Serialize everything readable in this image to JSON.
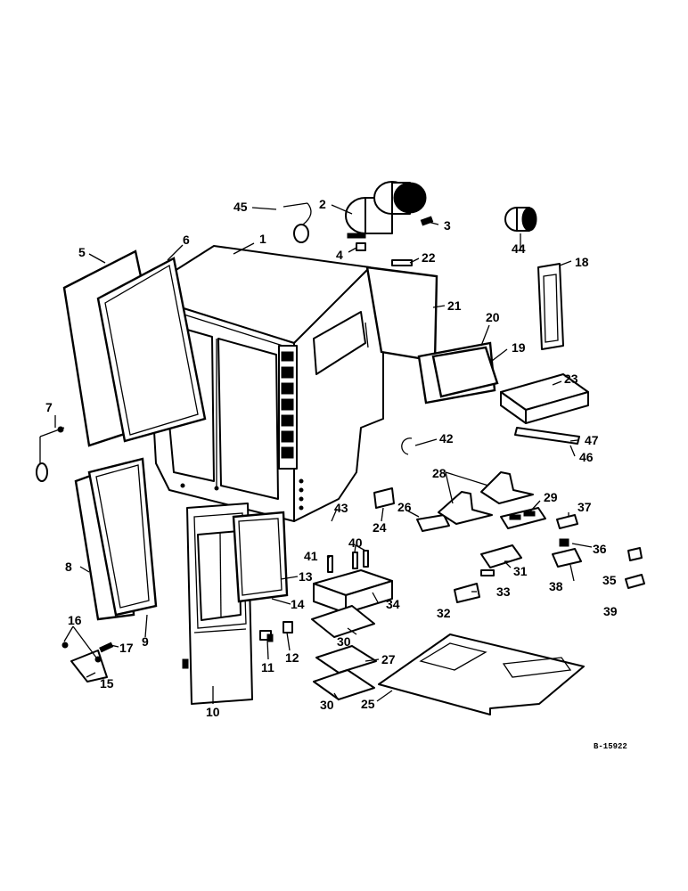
{
  "drawing_number": "B-15922",
  "callouts": {
    "c1": "1",
    "c2": "2",
    "c3": "3",
    "c4": "4",
    "c5": "5",
    "c6": "6",
    "c7": "7",
    "c8": "8",
    "c9": "9",
    "c10": "10",
    "c11": "11",
    "c12": "12",
    "c13": "13",
    "c14": "14",
    "c15": "15",
    "c16": "16",
    "c17": "17",
    "c18": "18",
    "c19": "19",
    "c20": "20",
    "c21": "21",
    "c22": "22",
    "c23": "23",
    "c24": "24",
    "c25": "25",
    "c26": "26",
    "c27": "27",
    "c28": "28",
    "c29": "29",
    "c30a": "30",
    "c30b": "30",
    "c31": "31",
    "c32": "32",
    "c33": "33",
    "c34": "34",
    "c35": "35",
    "c36": "36",
    "c37": "37",
    "c38": "38",
    "c39": "39",
    "c40": "40",
    "c41": "41",
    "c42": "42",
    "c43": "43",
    "c44": "44",
    "c45": "45",
    "c46": "46",
    "c47": "47"
  }
}
